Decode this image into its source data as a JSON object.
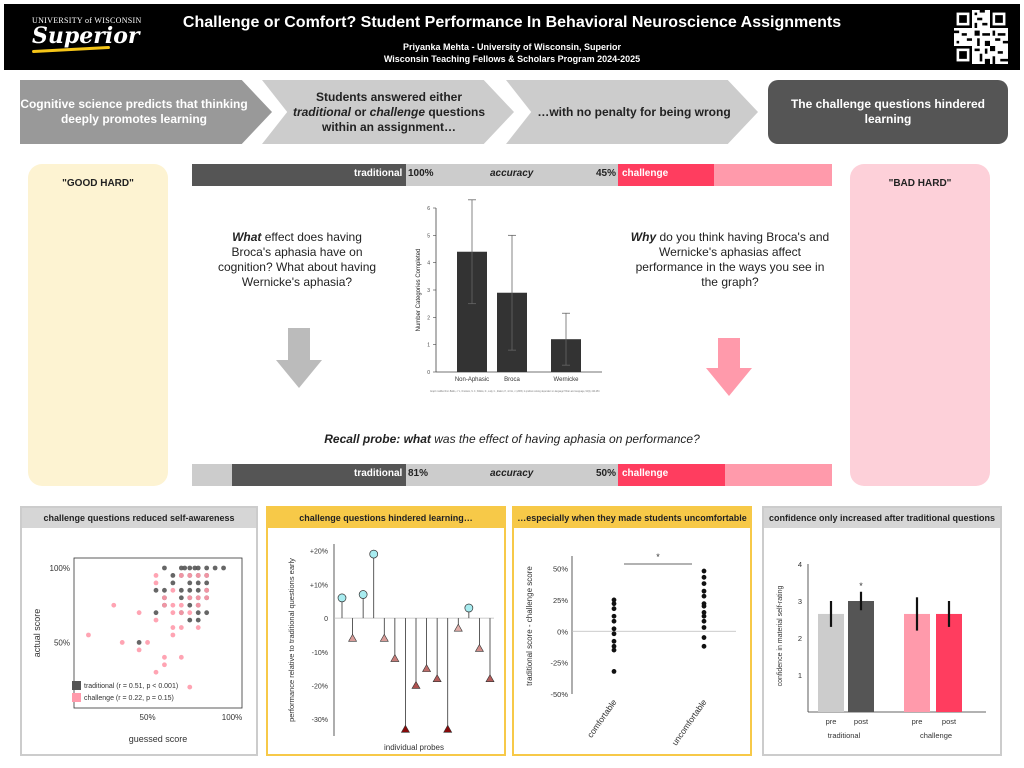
{
  "header": {
    "logo_small": "UNIVERSITY of WISCONSIN",
    "logo_big": "Superior",
    "title": "Challenge or Comfort? Student Performance In Behavioral Neuroscience Assignments",
    "author": "Priyanka Mehta - University of Wisconsin, Superior",
    "program": "Wisconsin Teaching Fellows & Scholars Program 2024-2025"
  },
  "flow": {
    "step1": "Cognitive science predicts that thinking deeply promotes learning",
    "step2_a": "Students answered either ",
    "step2_b": "traditional",
    "step2_c": " or ",
    "step2_d": "challenge",
    "step2_e": " questions within an assignment…",
    "step3": "…with no penalty for being wrong",
    "step4": "The challenge questions hindered learning"
  },
  "side": {
    "good": "\"GOOD HARD\"",
    "bad": "\"BAD  HARD\""
  },
  "top_accuracy": {
    "traditional_label": "traditional",
    "traditional_value": "100%",
    "accuracy": "accuracy",
    "challenge_value": "45%",
    "challenge_label": "challenge",
    "traditional_fraction": 1.0,
    "challenge_fraction": 0.45
  },
  "bottom_accuracy": {
    "traditional_label": "traditional",
    "traditional_value": "81%",
    "accuracy": "accuracy",
    "challenge_value": "50%",
    "challenge_label": "challenge",
    "traditional_fraction": 0.81,
    "challenge_fraction": 0.5
  },
  "questions": {
    "left_bold": "What",
    "left_rest": " effect does having Broca's aphasia have on cognition? What about having Wernicke's aphasia?",
    "right_bold": "Why",
    "right_rest": " do you think having Broca's and Wernicke's aphasias affect performance in the ways you see in the graph?",
    "recall_bold": "Recall probe: what",
    "recall_rest": " was the effect of having aphasia on performance?"
  },
  "colors": {
    "dark": "#555555",
    "light_gray": "#cccccc",
    "challenge": "#ff3d5f",
    "challenge_light": "#ff9aab",
    "yellow": "#f7c948"
  },
  "chart_data": [
    {
      "type": "bar",
      "ylabel": "Number Categories Completed",
      "categories": [
        "Non-Aphasic",
        "Broca",
        "Wernicke"
      ],
      "values": [
        4.4,
        2.9,
        1.2
      ],
      "errors": [
        1.9,
        2.1,
        0.95
      ],
      "ylim": [
        0,
        6
      ],
      "yticks": [
        "0",
        "1",
        "2",
        "3",
        "4",
        "5",
        "6"
      ],
      "footnote": "Graph modified from Baldo, J. V., Dronkers, N. F., Wilkins, D., Ludy, C., Raskin, P., & Kim, J. (2005). Is problem solving dependent on language? Brain and Language, 92(3), 240-250."
    },
    {
      "type": "scatter",
      "title": "challenge questions reduced self-awareness",
      "xlabel": "guessed score",
      "ylabel": "actual score",
      "xticks": [
        "50%",
        "100%"
      ],
      "yticks": [
        "50%",
        "100%"
      ],
      "legend": "bottom-left",
      "series": [
        {
          "name": "traditional (r = 0.51, p < 0.001)",
          "color": "#555555",
          "points": [
            [
              60,
              100
            ],
            [
              65,
              95
            ],
            [
              70,
              100
            ],
            [
              72,
              100
            ],
            [
              75,
              100
            ],
            [
              78,
              100
            ],
            [
              80,
              100
            ],
            [
              85,
              100
            ],
            [
              90,
              100
            ],
            [
              95,
              100
            ],
            [
              70,
              95
            ],
            [
              75,
              95
            ],
            [
              80,
              95
            ],
            [
              85,
              95
            ],
            [
              65,
              90
            ],
            [
              75,
              90
            ],
            [
              80,
              90
            ],
            [
              85,
              90
            ],
            [
              55,
              85
            ],
            [
              60,
              85
            ],
            [
              70,
              85
            ],
            [
              75,
              85
            ],
            [
              80,
              85
            ],
            [
              85,
              85
            ],
            [
              60,
              80
            ],
            [
              70,
              80
            ],
            [
              75,
              80
            ],
            [
              80,
              80
            ],
            [
              85,
              80
            ],
            [
              60,
              75
            ],
            [
              75,
              75
            ],
            [
              80,
              75
            ],
            [
              55,
              70
            ],
            [
              70,
              70
            ],
            [
              80,
              70
            ],
            [
              85,
              70
            ],
            [
              75,
              65
            ],
            [
              80,
              65
            ],
            [
              45,
              50
            ]
          ]
        },
        {
          "name": "challenge (r = 0.22, p = 0.15)",
          "color": "#ff9aab",
          "points": [
            [
              15,
              55
            ],
            [
              30,
              75
            ],
            [
              35,
              50
            ],
            [
              45,
              45
            ],
            [
              55,
              95
            ],
            [
              60,
              80
            ],
            [
              65,
              85
            ],
            [
              70,
              95
            ],
            [
              75,
              95
            ],
            [
              80,
              95
            ],
            [
              85,
              95
            ],
            [
              60,
              75
            ],
            [
              65,
              75
            ],
            [
              70,
              75
            ],
            [
              75,
              80
            ],
            [
              80,
              80
            ],
            [
              85,
              80
            ],
            [
              65,
              70
            ],
            [
              70,
              70
            ],
            [
              75,
              70
            ],
            [
              80,
              75
            ],
            [
              55,
              65
            ],
            [
              65,
              60
            ],
            [
              70,
              60
            ],
            [
              80,
              60
            ],
            [
              50,
              50
            ],
            [
              60,
              40
            ],
            [
              70,
              40
            ],
            [
              55,
              30
            ],
            [
              60,
              35
            ],
            [
              75,
              20
            ],
            [
              85,
              85
            ],
            [
              55,
              90
            ],
            [
              65,
              55
            ],
            [
              45,
              70
            ]
          ]
        }
      ]
    },
    {
      "type": "lollipop",
      "title": "challenge questions hindered learning…",
      "xlabel": "individual probes",
      "ylabel": "performance relative to traditional questions early",
      "yticks": [
        "+20%",
        "+10%",
        "0",
        "-10%",
        "-20%",
        "-30%"
      ],
      "ylim": [
        -35,
        22
      ],
      "values": [
        6,
        -6,
        7,
        19,
        -6,
        -12,
        -33,
        -20,
        -15,
        -18,
        -33,
        -3,
        3,
        -9,
        -18
      ]
    },
    {
      "type": "strip",
      "title": "…especially when they made students uncomfortable",
      "ylabel": "traditional score - challenge score",
      "categories": [
        "comfortable",
        "uncomfortable"
      ],
      "yticks": [
        "50%",
        "25%",
        "0%",
        "-25%",
        "-50%"
      ],
      "ylim": [
        -50,
        60
      ],
      "significance": "*",
      "series": [
        {
          "name": "comfortable",
          "values": [
            25,
            22,
            18,
            12,
            8,
            2,
            -2,
            -8,
            -12,
            -15,
            -32
          ]
        },
        {
          "name": "uncomfortable",
          "values": [
            48,
            43,
            38,
            32,
            28,
            22,
            20,
            15,
            12,
            8,
            3,
            -5,
            -12
          ]
        }
      ]
    },
    {
      "type": "bar",
      "title": "confidence only increased after traditional questions",
      "ylabel": "confidence in material self-rating",
      "yticks": [
        "1",
        "2",
        "3",
        "4"
      ],
      "ylim": [
        0,
        4
      ],
      "groups": [
        "traditional",
        "challenge"
      ],
      "categories": [
        "pre",
        "post",
        "pre",
        "post"
      ],
      "values": [
        2.65,
        3.0,
        2.65,
        2.65
      ],
      "errors": [
        0.35,
        0.25,
        0.45,
        0.35
      ],
      "colors": [
        "#cccccc",
        "#555555",
        "#ff9aab",
        "#ff3d5f"
      ],
      "significance_marker": "*"
    }
  ]
}
